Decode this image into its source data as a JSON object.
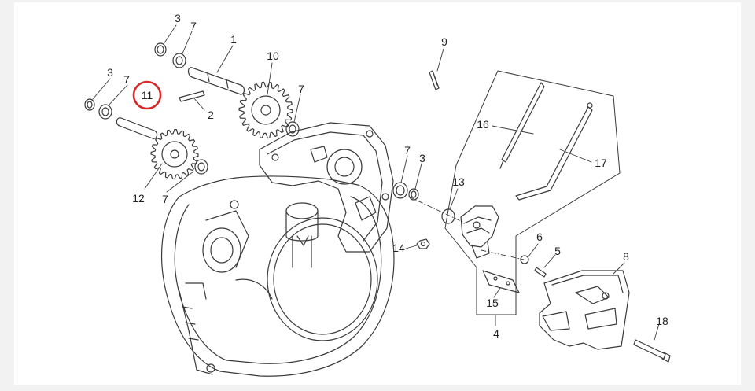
{
  "diagram": {
    "highlight_color": "#d62a2a",
    "line_color": "#3a3a3a",
    "labels": {
      "l3a": "3",
      "l7a": "7",
      "l1": "1",
      "l10": "10",
      "l9": "9",
      "l3b": "3",
      "l7b": "7",
      "l11": "11",
      "l2": "2",
      "l7c": "7",
      "l16": "16",
      "l17": "17",
      "l7d": "7",
      "l3c": "3",
      "l13": "13",
      "l12": "12",
      "l7e": "7",
      "l14": "14",
      "l6": "6",
      "l5": "5",
      "l8": "8",
      "l15": "15",
      "l18": "18",
      "l4": "4"
    }
  }
}
